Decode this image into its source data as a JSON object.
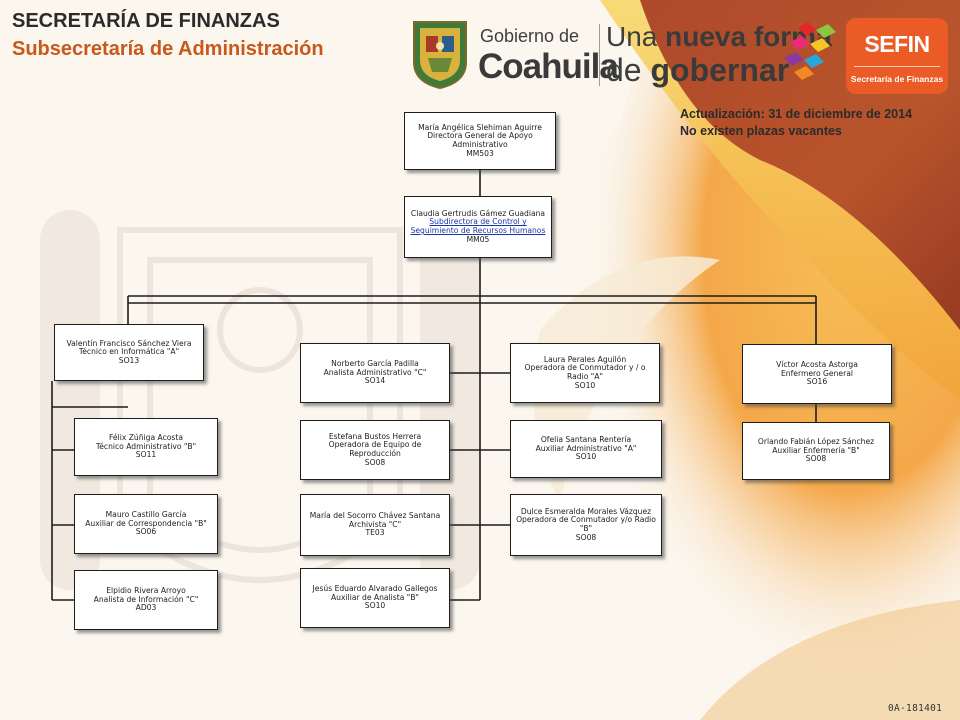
{
  "header": {
    "title": "SECRETARÍA DE FINANZAS",
    "subtitle": "Subsecretaría de Administración"
  },
  "update": {
    "date_line": "Actualización: 31  de diciembre de 2014",
    "vacancies_line": "No existen plazas vacantes"
  },
  "logos": {
    "gobierno_de": "Gobierno de",
    "coahuila": "Coahuila",
    "slogan_line1_a": "Una ",
    "slogan_line1_b": "nueva forma",
    "slogan_line2_a": "de ",
    "slogan_line2_b": "gobernar",
    "sefin": "SEFIN",
    "sefin_sub": "Secretaría de Finanzas"
  },
  "colors": {
    "header_title": "#2b2b2b",
    "header_subtitle": "#c8581b",
    "sefin_orange": "#ea5b26",
    "link_blue": "#1a35a8"
  },
  "org": {
    "director": {
      "name": "María Angélica  Slehiman Aguirre",
      "title": "Directora  General  de  Apoyo  Administrativo",
      "code": "MM503"
    },
    "subdirector": {
      "name": "Claudia  Gertrudis  Gámez Guadiana",
      "title": "Subdirectora  de Control y Seguimiento de Recursos Humanos",
      "code": "MM05"
    },
    "informatica": {
      "name": "Valentín Francisco Sánchez Viera",
      "title": "Técnico en Informática  \"A\"",
      "code": "SO13",
      "subordinates": [
        {
          "name": "Félix Zúñiga Acosta",
          "title": "Técnico Administrativo  \"B\"",
          "code": "SO11"
        },
        {
          "name": "Mauro Castillo García",
          "title": "Auxiliar  de Correspondencia  \"B\"",
          "code": "SO06"
        },
        {
          "name": "Elpidio Rivera Arroyo",
          "title": "Analista de Información \"C\"",
          "code": "AD03"
        }
      ]
    },
    "center_column": [
      {
        "name": "Norberto  García  Padilla",
        "title": "Analista  Administrativo  \"C\"",
        "code": "SO14"
      },
      {
        "name": "Estefana Bustos Herrera",
        "title": "Operadora  de  Equipo  de Reproducción",
        "code": "SO08"
      },
      {
        "name": "María del Socorro  Chávez Santana",
        "title": "Archivista  \"C\"",
        "code": "TE03"
      },
      {
        "name": "Jesús Eduardo  Alvarado Gallegos",
        "title": "Auxiliar  de Analista  \"B\"",
        "code": "SO10"
      }
    ],
    "right_center_column": [
      {
        "name": "Laura Perales Aguilón",
        "title": "Operadora de Conmutador y / o Radio \"A\"",
        "code": "SO10"
      },
      {
        "name": "Ofelia  Santana Rentería",
        "title": "Auxiliar  Administrativo  \"A\"",
        "code": "SO10"
      },
      {
        "name": "Dulce  Esmeralda Morales Vázquez",
        "title": "Operadora de Conmutador y/o Radio \"B\"",
        "code": "SO08"
      }
    ],
    "enfermeria": {
      "name": "Víctor Acosta  Astorga",
      "title": "Enfermero General",
      "code": "SO16",
      "subordinates": [
        {
          "name": "Orlando  Fabián López Sánchez",
          "title": "Auxiliar  Enfermería  \"B\"",
          "code": "SO08"
        }
      ]
    }
  },
  "document_code": "0A-181401"
}
